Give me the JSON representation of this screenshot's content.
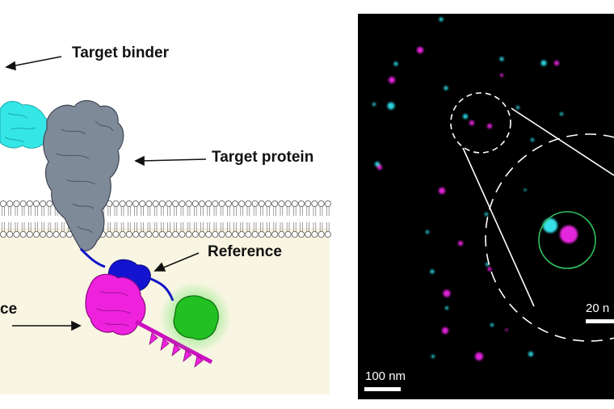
{
  "schematic": {
    "labels": {
      "target_binder": "Target binder",
      "target_protein": "Target protein",
      "reference": "Reference",
      "truncated_left": "ce"
    },
    "colors": {
      "membrane_fill": "#f8f6e2",
      "target_protein": "#7f8a99",
      "target_binder": "#35e6e6",
      "reference_linker": "#1010c8",
      "reference_protein": "#ee22dd",
      "fluorescent_protein": "#33cc33"
    }
  },
  "microscopy": {
    "background": "#000000",
    "colors": {
      "cyan": "#2ad4e0",
      "magenta": "#e020d8",
      "highlight_ring": "#30c060"
    },
    "scale_bar_main": "100 nm",
    "scale_bar_inset": "20 n"
  }
}
